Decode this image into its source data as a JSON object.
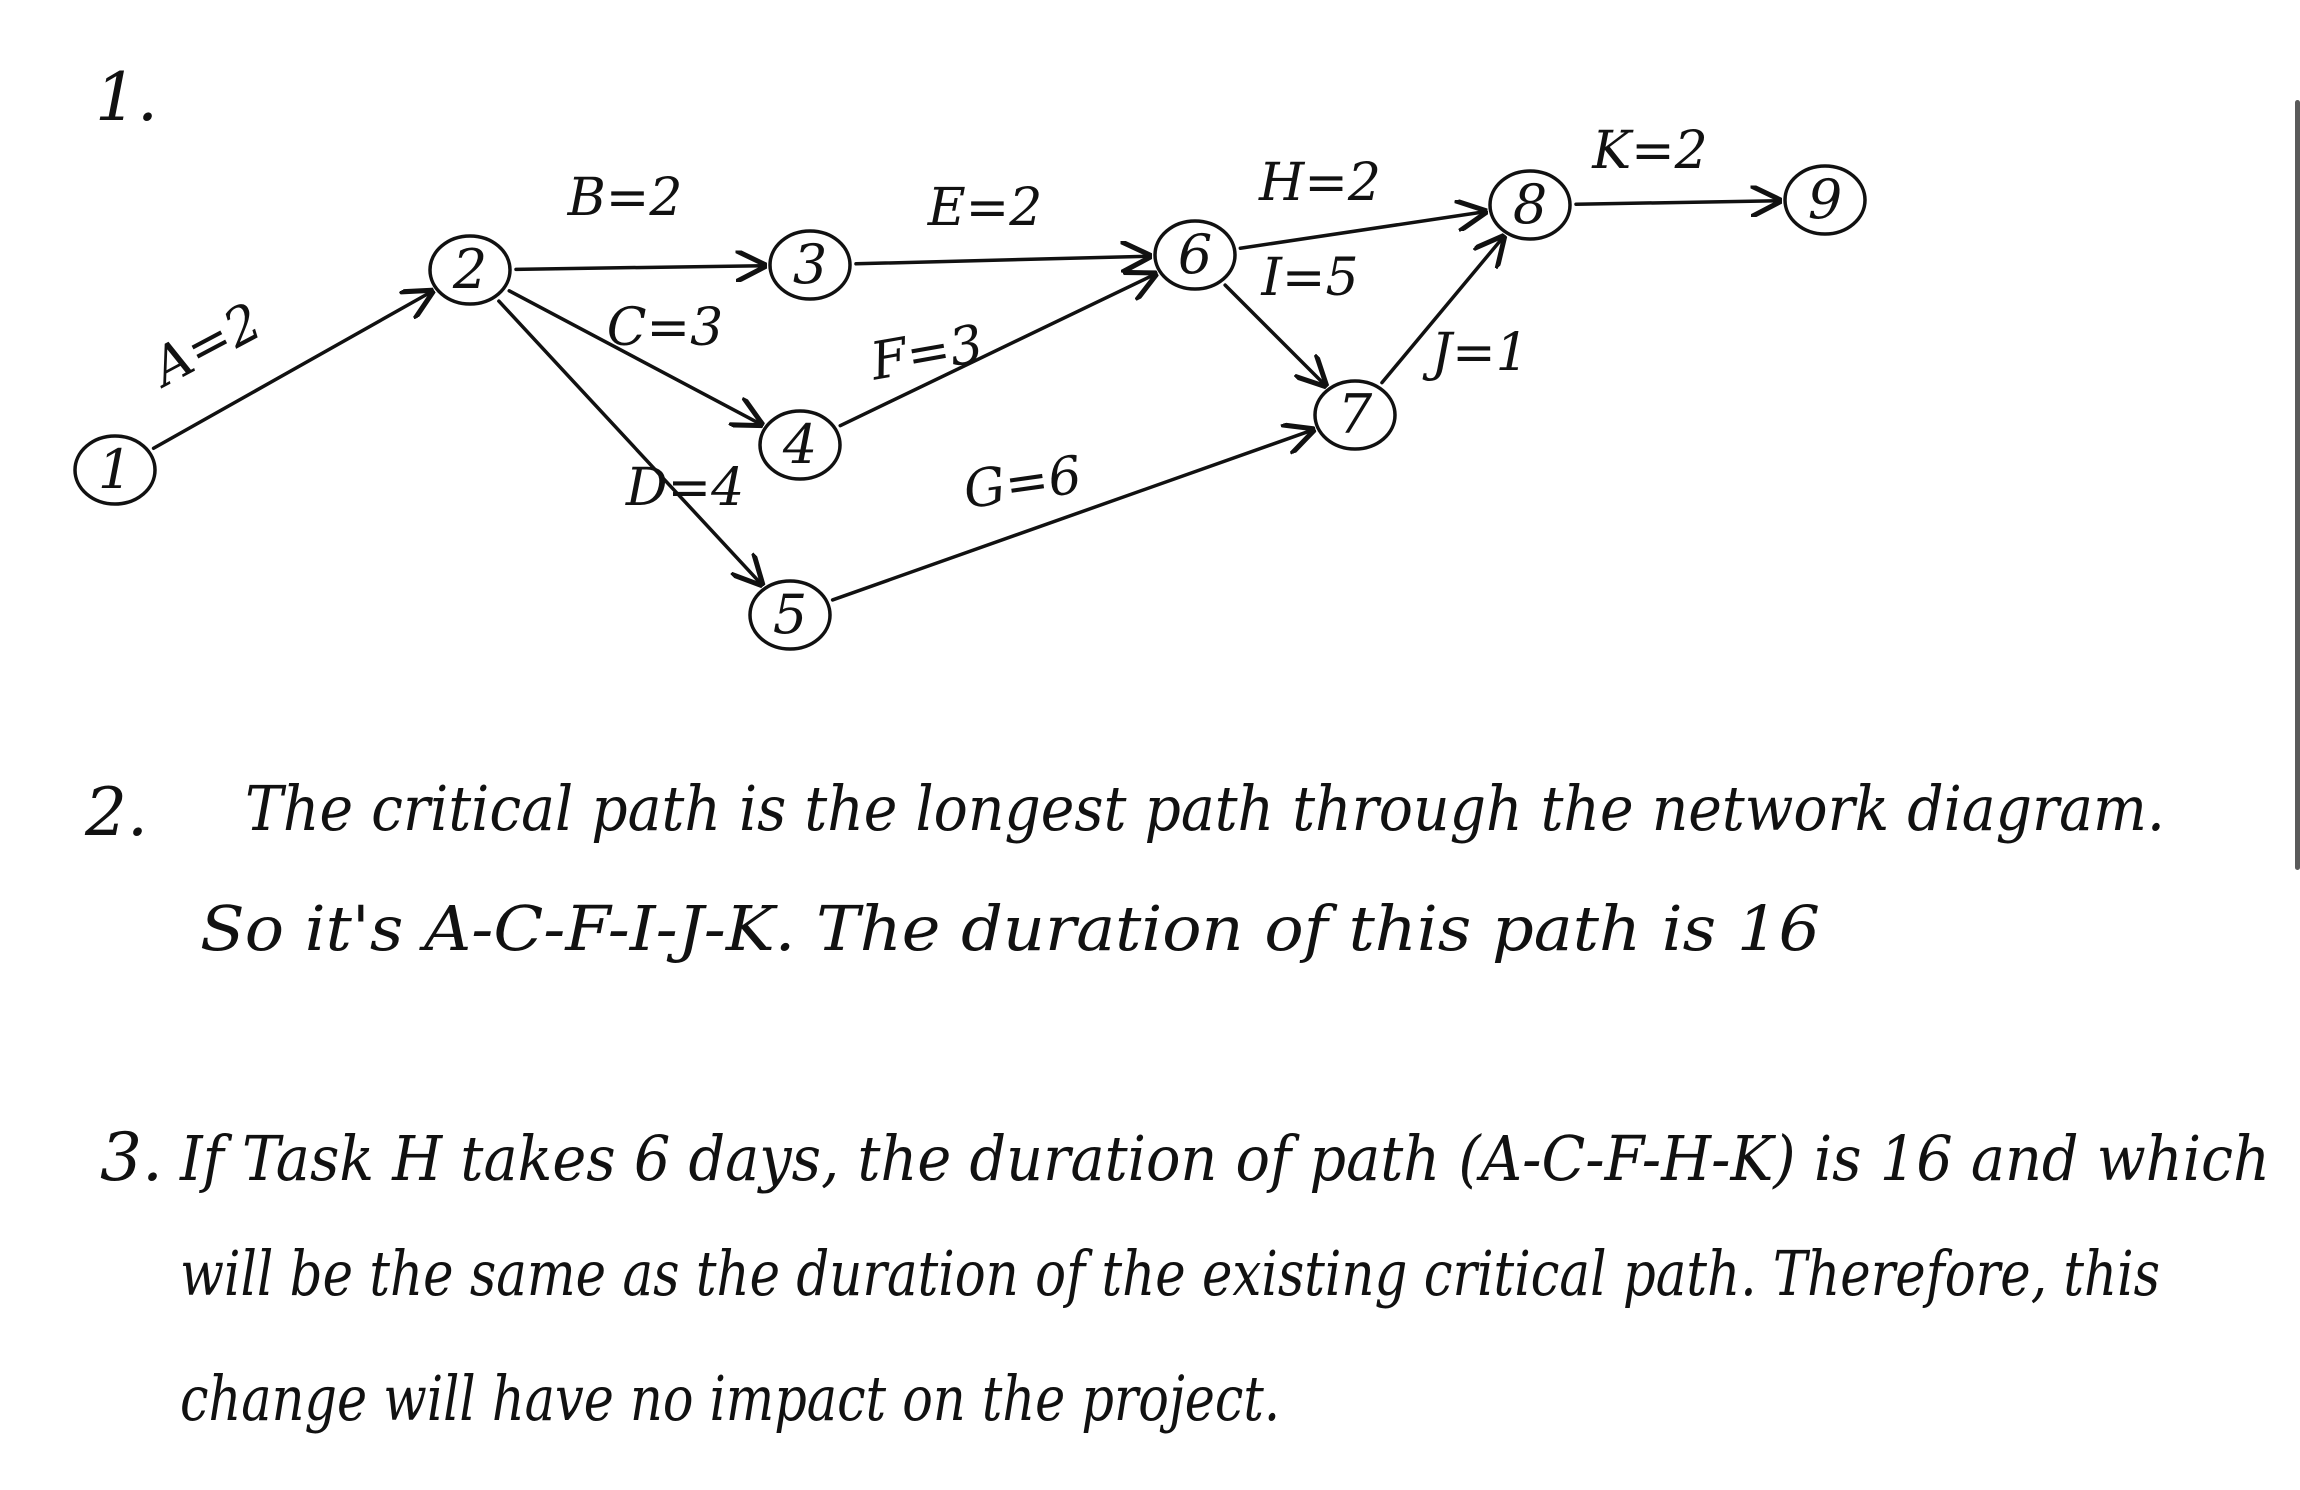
{
  "question_1": {
    "number": "1."
  },
  "network": {
    "nodes": [
      {
        "id": "1",
        "label": "1"
      },
      {
        "id": "2",
        "label": "2"
      },
      {
        "id": "3",
        "label": "3"
      },
      {
        "id": "4",
        "label": "4"
      },
      {
        "id": "5",
        "label": "5"
      },
      {
        "id": "6",
        "label": "6"
      },
      {
        "id": "7",
        "label": "7"
      },
      {
        "id": "8",
        "label": "8"
      },
      {
        "id": "9",
        "label": "9"
      }
    ],
    "edges": [
      {
        "from": "1",
        "to": "2",
        "label": "A=2"
      },
      {
        "from": "2",
        "to": "3",
        "label": "B=2"
      },
      {
        "from": "2",
        "to": "4",
        "label": "C=3"
      },
      {
        "from": "2",
        "to": "5",
        "label": "D=4"
      },
      {
        "from": "3",
        "to": "6",
        "label": "E=2"
      },
      {
        "from": "4",
        "to": "6",
        "label": "F=3"
      },
      {
        "from": "5",
        "to": "7",
        "label": "G=6"
      },
      {
        "from": "6",
        "to": "8",
        "label": "H=2"
      },
      {
        "from": "6",
        "to": "7",
        "label": "I=5"
      },
      {
        "from": "7",
        "to": "8",
        "label": "J=1"
      },
      {
        "from": "8",
        "to": "9",
        "label": "K=2"
      }
    ]
  },
  "question_2": {
    "number": "2.",
    "line1": "The critical path is the longest path through the network diagram.",
    "line2": "So it's A-C-F-I-J-K. The duration of this path is 16"
  },
  "question_3": {
    "number": "3.",
    "line1": "If Task H takes 6 days, the duration of path (A-C-F-H-K) is 16 and which",
    "line2": "will be the same as the duration of the existing critical path. Therefore, this",
    "line3": "change will have no impact on the project."
  }
}
